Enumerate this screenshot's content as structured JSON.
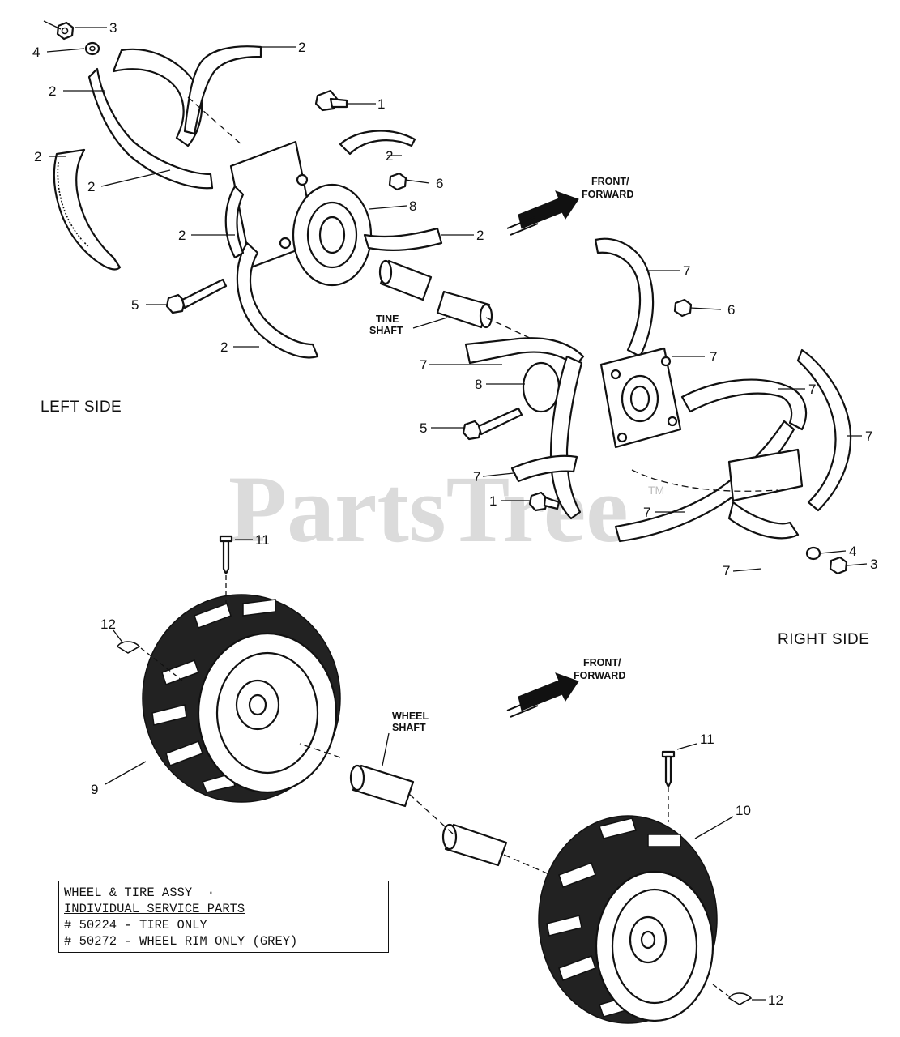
{
  "labels": {
    "left_side": "LEFT SIDE",
    "right_side": "RIGHT SIDE",
    "front_forward_top": [
      "FRONT/",
      "FORWARD"
    ],
    "front_forward_bottom": [
      "FRONT/",
      "FORWARD"
    ],
    "tine_shaft": [
      "TINE",
      "SHAFT"
    ],
    "wheel_shaft": [
      "WHEEL",
      "SHAFT"
    ],
    "watermark": "PartsTree",
    "watermark_tm": "TM"
  },
  "callouts": {
    "left_tine": {
      "nut_top": "3",
      "washer_top": "4",
      "tine_upper_right": "2",
      "tine_upper_left": "2",
      "tine_left": "2",
      "tine_inner_left": "2",
      "tine_hub_left": "2",
      "tine_hub_right": "2",
      "tine_hub_lower": "2",
      "tine_lower": "2",
      "bolt_top": "1",
      "nut_hub": "6",
      "hub_plate": "8",
      "bolt_long": "5"
    },
    "right_tine": {
      "tine_top": "7",
      "nut_hub": "6",
      "tine_hub_right": "7",
      "tine_left": "7",
      "hub_plate": "8",
      "bolt_long": "5",
      "tine_far_right_upper": "7",
      "tine_far_right": "7",
      "tine_lower_left": "7",
      "bolt_lower": "1",
      "tine_lower_right": "7",
      "washer": "4",
      "nut": "3",
      "tine_bottom": "7"
    },
    "wheels": {
      "pin_left": "11",
      "clip_left": "12",
      "wheel_left": "9",
      "pin_right": "11",
      "wheel_right": "10",
      "clip_right": "12"
    }
  },
  "notes": [
    "WHEEL & TIRE ASSY  ·",
    "INDIVIDUAL SERVICE PARTS",
    "# 50224 - TIRE ONLY",
    "# 50272 - WHEEL RIM ONLY (GREY)"
  ]
}
